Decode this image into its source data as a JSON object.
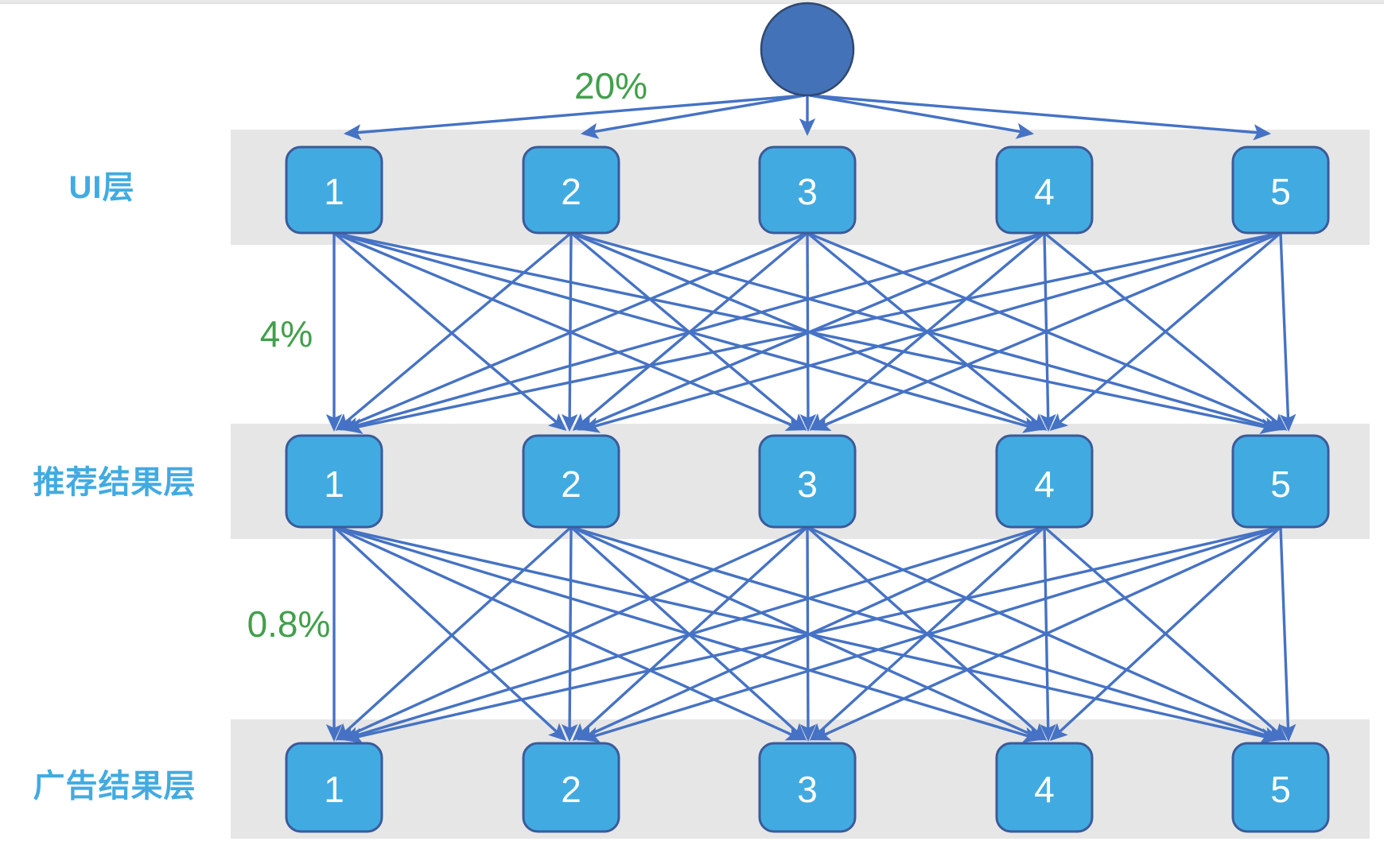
{
  "diagram": {
    "title": "recommendation-funnel-layer-diagram",
    "colors": {
      "node_fill": "#41ABE1",
      "node_stroke": "#3C5A99",
      "root_fill": "#4472B8",
      "edge": "#4572C4",
      "band": "#E6E6E6",
      "layer_label": "#41ABE1",
      "percent_label": "#41A04B",
      "background": "#FFFFFF"
    },
    "root": {
      "name": "root-node",
      "label": ""
    },
    "layers": [
      {
        "id": "ui",
        "label": "UI层",
        "nodes": [
          "1",
          "2",
          "3",
          "4",
          "5"
        ]
      },
      {
        "id": "recommend",
        "label": "推荐结果层",
        "nodes": [
          "1",
          "2",
          "3",
          "4",
          "5"
        ]
      },
      {
        "id": "ad",
        "label": "广告结果层",
        "nodes": [
          "1",
          "2",
          "3",
          "4",
          "5"
        ]
      }
    ],
    "percent_labels": [
      {
        "id": "root-to-ui",
        "value": "20%"
      },
      {
        "id": "ui-to-recommend",
        "value": "4%"
      },
      {
        "id": "recommend-to-ad",
        "value": "0.8%"
      }
    ]
  }
}
